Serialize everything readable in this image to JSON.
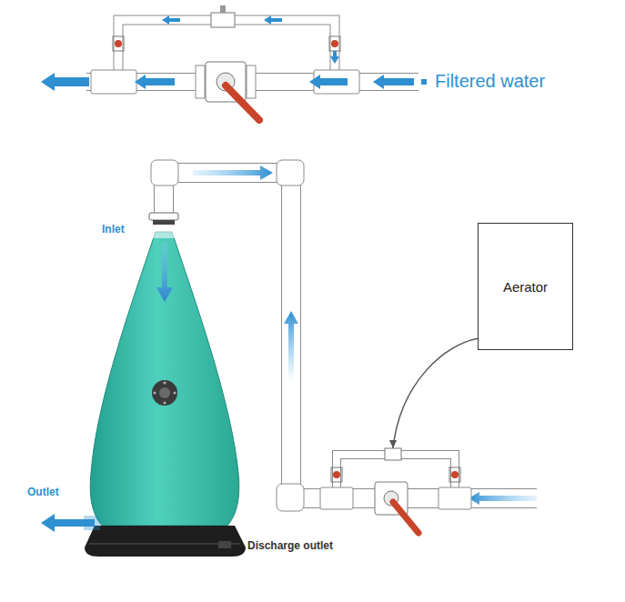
{
  "diagram": {
    "nodes": [
      {
        "text": [
          "Aerator"
        ]
      }
    ],
    "labels": [
      "Filtered water",
      "Inlet",
      "Outlet",
      "Discharge outlet"
    ]
  }
}
